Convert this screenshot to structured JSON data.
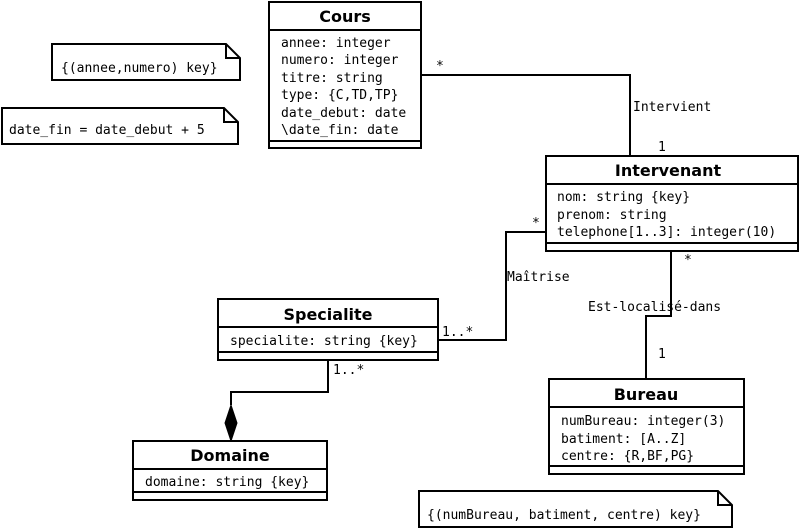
{
  "classes": {
    "cours": {
      "name": "Cours",
      "attributes": [
        "annee: integer",
        "numero: integer",
        "titre: string",
        "type: {C,TD,TP}",
        "date_debut: date",
        "\\date_fin: date"
      ]
    },
    "intervenant": {
      "name": "Intervenant",
      "attributes": [
        "nom: string {key}",
        "prenom: string",
        "telephone[1..3]: integer(10)"
      ]
    },
    "specialite": {
      "name": "Specialite",
      "attributes": [
        "specialite: string {key}"
      ]
    },
    "domaine": {
      "name": "Domaine",
      "attributes": [
        "domaine: string {key}"
      ]
    },
    "bureau": {
      "name": "Bureau",
      "attributes": [
        "numBureau: integer(3)",
        "batiment: [A..Z]",
        "centre: {R,BF,PG}"
      ]
    }
  },
  "notes": {
    "cours_key": "{(annee,numero) key}",
    "date_fin": "date_fin = date_debut + 5",
    "bureau_key": "{(numBureau, batiment, centre) key}"
  },
  "associations": {
    "intervient": {
      "label": "Intervient",
      "mult_cours": "*",
      "mult_intervenant": "1"
    },
    "maitrise": {
      "label": "Maîtrise",
      "mult_intervenant": "*",
      "mult_specialite": "1..*"
    },
    "localise": {
      "label": "Est-localisé-dans",
      "mult_intervenant": "*",
      "mult_bureau": "1"
    },
    "composition": {
      "mult_specialite": "1..*"
    }
  }
}
